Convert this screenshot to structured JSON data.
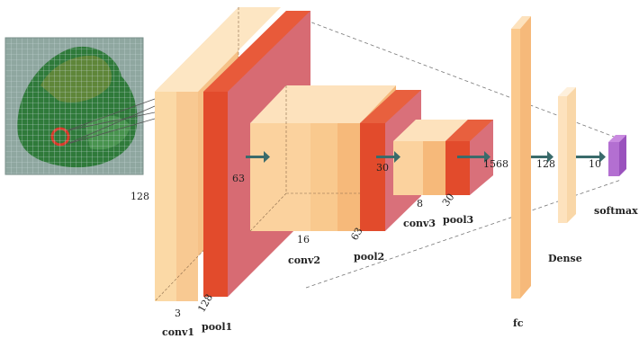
{
  "colors": {
    "conv": "#fbd9a6",
    "conv_side": "#f6c187",
    "pool_front": "#e24b2c",
    "pool_side": "#c93920",
    "pool_back": "#d9707a",
    "fc": "#fbc98d",
    "dense": "#fde2bd",
    "softmax": "#b36fd1",
    "arrow": "#3a6b6b"
  },
  "input_image": {
    "name": "leaf-input-image",
    "grid": true,
    "highlight": "red-circle"
  },
  "layers": {
    "conv1": {
      "label": "conv1",
      "dims": [
        "128",
        "3"
      ]
    },
    "pool1": {
      "label": "pool1",
      "dims": [
        "128"
      ]
    },
    "conv2": {
      "label": "conv2",
      "dims": [
        "63",
        "16"
      ]
    },
    "pool2": {
      "label": "pool2",
      "dims": [
        "63"
      ]
    },
    "conv3": {
      "label": "conv3",
      "dims": [
        "30",
        "8"
      ]
    },
    "pool3": {
      "label": "pool3",
      "dims": [
        "30"
      ]
    },
    "fc": {
      "label": "fc",
      "dims": [
        "1568"
      ]
    },
    "dense": {
      "label": "Dense",
      "dims": [
        "128"
      ]
    },
    "softmax": {
      "label": "softmax",
      "dims": [
        "10"
      ]
    }
  }
}
